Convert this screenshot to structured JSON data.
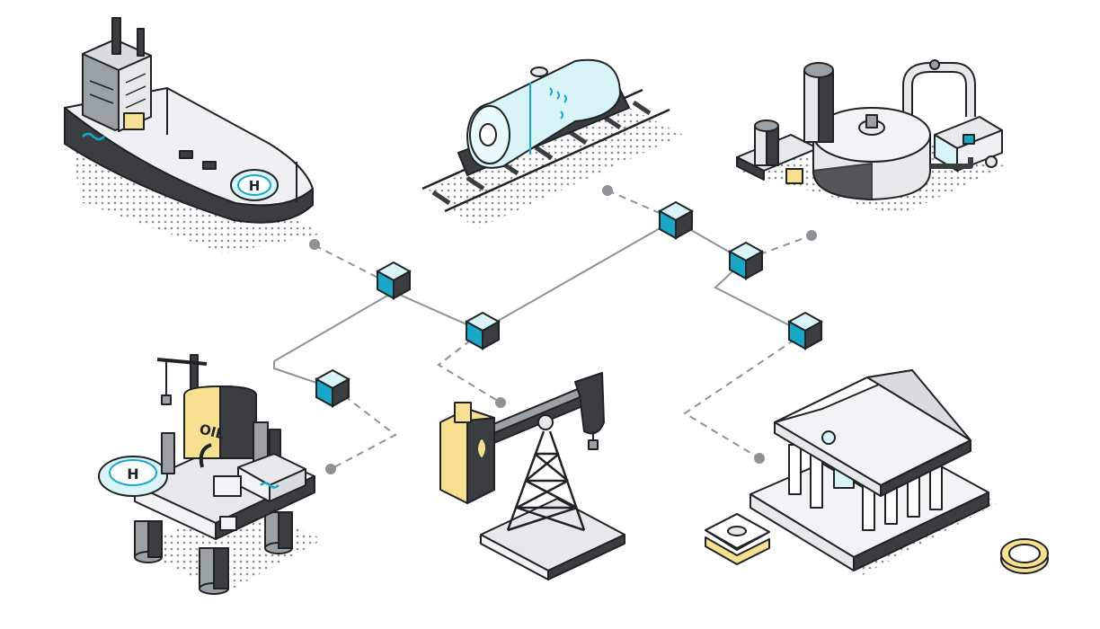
{
  "diagram": {
    "theme": "oil and gas blockchain supply chain, isometric line illustration",
    "colors": {
      "outline": "#1f2326",
      "dark": "#3a3e41",
      "mid_gray": "#9aa0a4",
      "light_gray": "#e6e8e9",
      "accent_blue": "#1aa7c7",
      "ice_blue": "#d9f4f8",
      "yellow": "#f6e08f",
      "connector": "#8c9296"
    },
    "nodes": [
      {
        "name": "tanker-ship",
        "icon": "ship-icon"
      },
      {
        "name": "rail-tank-car",
        "icon": "train-tank-icon"
      },
      {
        "name": "refinery",
        "icon": "refinery-icon"
      },
      {
        "name": "offshore-oil-platform",
        "icon": "oil-rig-icon"
      },
      {
        "name": "pumpjack",
        "icon": "pumpjack-icon"
      },
      {
        "name": "bank",
        "icon": "bank-icon"
      }
    ],
    "labels": {
      "ship_helipad": "H",
      "rig_helipad": "H",
      "rig_tank": "OIL"
    }
  }
}
